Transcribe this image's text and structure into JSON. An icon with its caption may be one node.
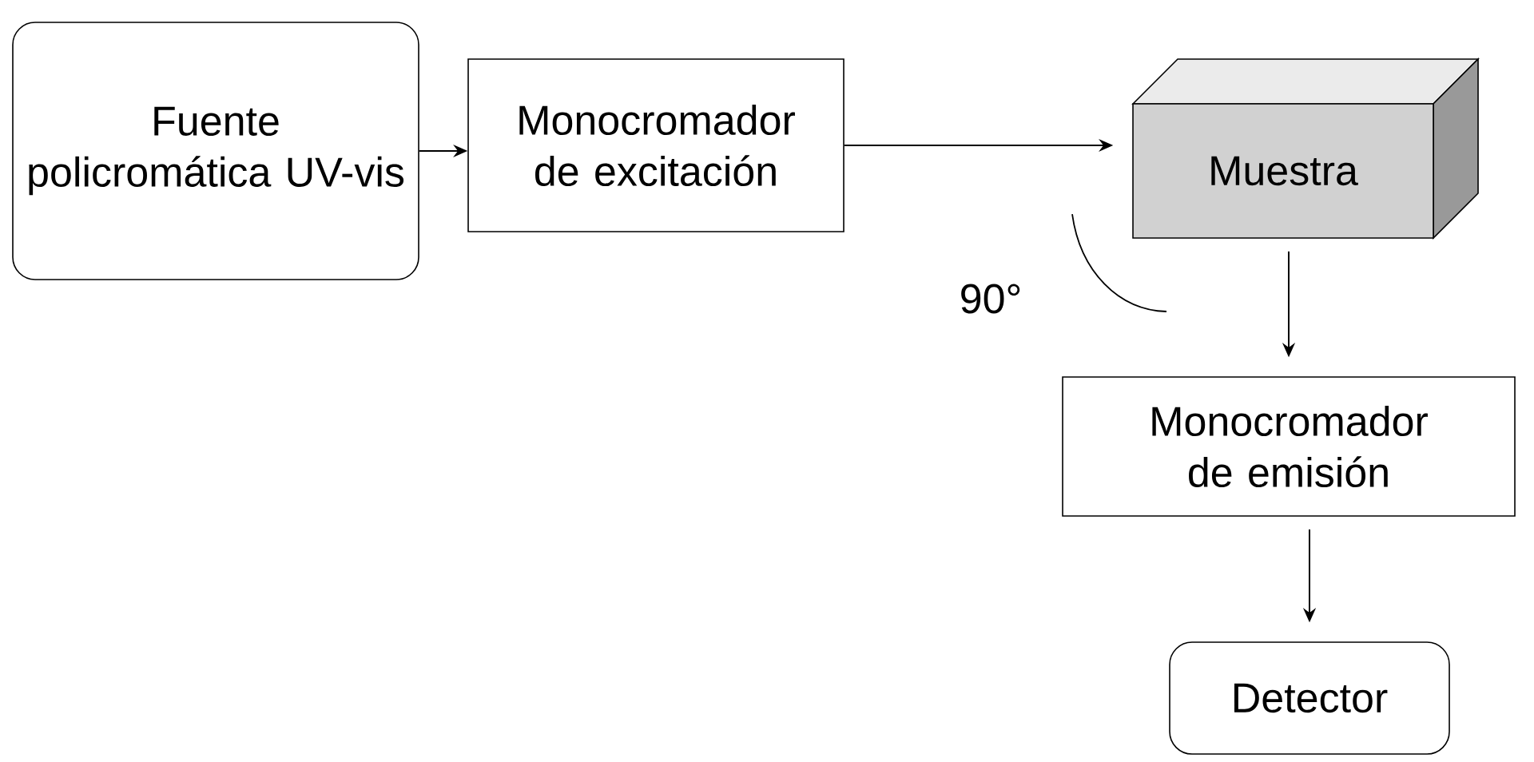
{
  "diagram": {
    "nodes": [
      {
        "text": [
          "Fuente policromática UV-vis"
        ]
      },
      {
        "text": [
          "Monocromador de excitación"
        ]
      },
      {
        "text": [
          "Muestra"
        ]
      },
      {
        "text": [
          "Monocromador de emisión"
        ]
      },
      {
        "text": [
          "Detector"
        ]
      }
    ],
    "edges": [
      {
        "from": 0,
        "to": 1,
        "arrow": "to"
      },
      {
        "from": 1,
        "to": 2,
        "arrow": "to"
      },
      {
        "from": 2,
        "to": 3,
        "arrow": "to"
      },
      {
        "from": 3,
        "to": 4,
        "arrow": "to"
      }
    ],
    "labels": [
      "90°"
    ]
  }
}
